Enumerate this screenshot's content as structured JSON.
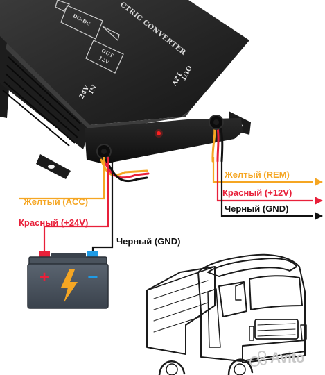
{
  "converter": {
    "printed_title": "CTRIC CONVERTER",
    "block_dc": "DC-DC",
    "block_out_top": "OUT",
    "block_out_bottom": "12V",
    "in_port_top": "IN",
    "in_port_bottom": "24V",
    "out_port_top": "OUT",
    "out_port_bottom": "12V"
  },
  "input_wires": [
    {
      "label": "Желтый (ACC)",
      "color": "#f5a623"
    },
    {
      "label": "Красный (+24V)",
      "color": "#e8203a"
    },
    {
      "label": "Черный (GND)",
      "color": "#111111"
    }
  ],
  "output_wires": [
    {
      "label": "Желтый (REM)",
      "color": "#f5a623"
    },
    {
      "label": "Красный (+12V)",
      "color": "#e8203a"
    },
    {
      "label": "Черный (GND)",
      "color": "#111111"
    }
  ],
  "battery": {
    "plus": "+",
    "minus": "−",
    "plus_color": "#e8203a",
    "minus_color": "#1e9be6"
  },
  "watermark": "Avito",
  "colors": {
    "yellow": "#f5a623",
    "red": "#e8203a",
    "black": "#111111",
    "blue": "#1e9be6"
  }
}
